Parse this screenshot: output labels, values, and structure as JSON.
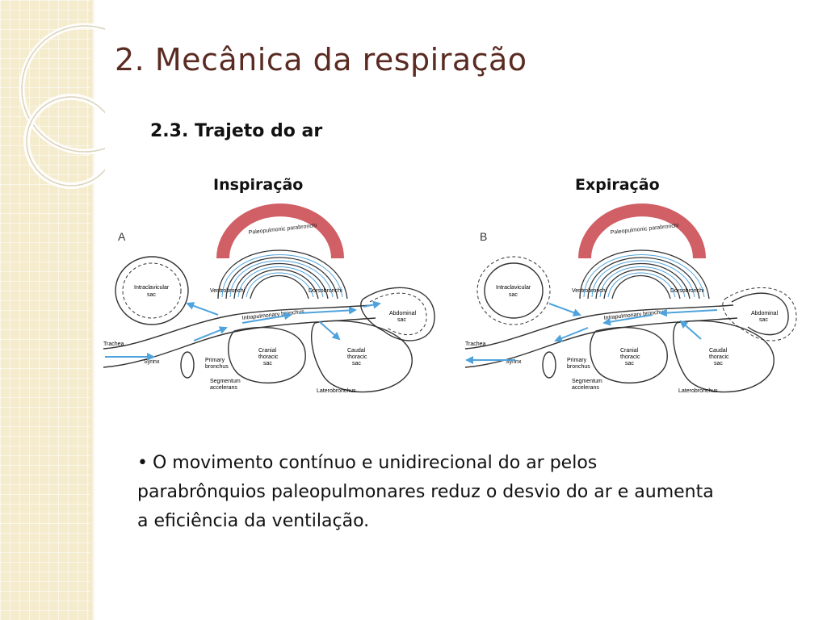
{
  "slide": {
    "title": "2. Mecânica da respiração",
    "subtitle": "2.3. Trajeto do ar",
    "phases": [
      "Inspiração",
      "Expiração"
    ],
    "bullet": "O movimento contínuo e unidirecional do ar pelos parabrônquios paleopulmonares reduz o desvio do ar e aumenta a eficiência da ventilação."
  },
  "diagrams": [
    {
      "panel": "A",
      "labels": {
        "paleo": "Paleopulmonic parabronchi",
        "ventro": "Ventrobronchi",
        "dorso": "Dorsobronchi",
        "intrapulm": "Intrapulmonary bronchus",
        "clav1": "Intraclavicular",
        "clav2": "sac",
        "abd1": "Abdominal",
        "abd2": "sac",
        "cran1": "Cranial",
        "cran2": "thoracic",
        "cran3": "sac",
        "caud1": "Caudal",
        "caud2": "thoracic",
        "caud3": "sac",
        "trachea": "Trachea",
        "syrinx": "Syrinx",
        "prim1": "Primary",
        "prim2": "bronchus",
        "seg1": "Segmentum",
        "seg2": "accelerans",
        "latero": "Laterobronchus"
      }
    },
    {
      "panel": "B",
      "labels": {
        "paleo": "Paleopulmonic parabronchi",
        "ventro": "Ventrobronchi",
        "dorso": "Dorsobronchi",
        "intrapulm": "Intrapulmonary bronchus",
        "clav1": "Intraclavicular",
        "clav2": "sac",
        "abd1": "Abdominal",
        "abd2": "sac",
        "cran1": "Cranial",
        "cran2": "thoracic",
        "cran3": "sac",
        "caud1": "Caudal",
        "caud2": "thoracic",
        "caud3": "sac",
        "trachea": "Trachea",
        "syrinx": "Syrinx",
        "prim1": "Primary",
        "prim2": "bronchus",
        "seg1": "Segmentum",
        "seg2": "accelerans",
        "latero": "Laterobronchus"
      }
    }
  ],
  "colors": {
    "title": "#5a2b22",
    "airflow_arrow": "#4fa3dc",
    "flow_band": "#c8434b",
    "sidebar": "#f5ecce"
  }
}
